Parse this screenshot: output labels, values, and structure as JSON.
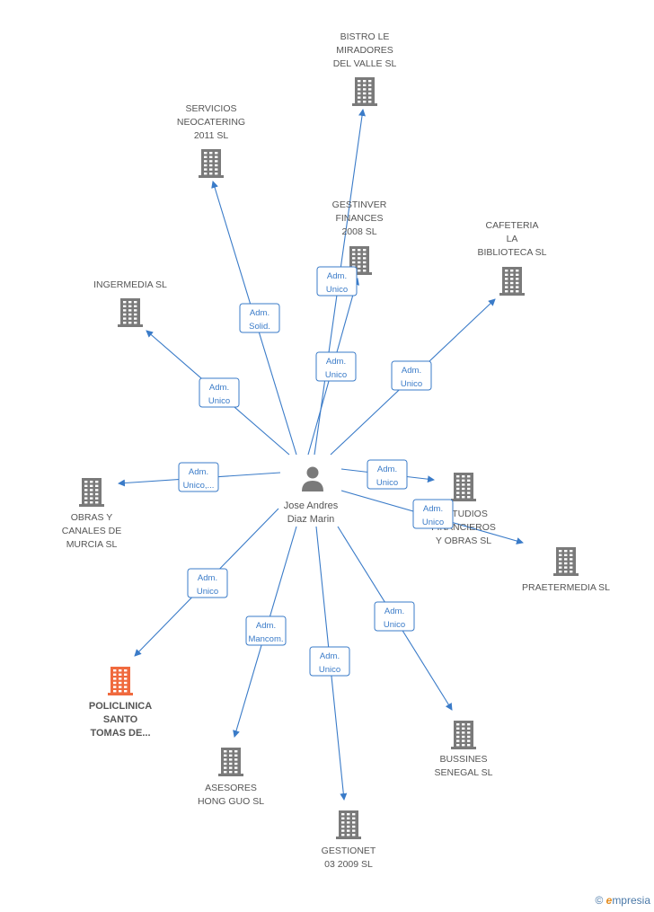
{
  "center": {
    "name_lines": [
      "Jose Andres",
      "Diaz Marin"
    ]
  },
  "colors": {
    "edge": "#3a7bc8",
    "building": "#7a7a7a",
    "building_highlight": "#f06a3e",
    "role_border": "#3a7bc8"
  },
  "icons": {
    "person": "person-icon",
    "company": "building-icon"
  },
  "companies": [
    {
      "id": "bistro",
      "lines": [
        "BISTRO LE",
        "MIRADORES",
        "DEL VALLE SL"
      ],
      "role_lines": [
        "Adm.",
        "Unico"
      ]
    },
    {
      "id": "servicios",
      "lines": [
        "SERVICIOS",
        "NEOCATERING",
        "2011  SL"
      ],
      "role_lines": [
        "Adm.",
        "Solid."
      ]
    },
    {
      "id": "gestinver",
      "lines": [
        "GESTINVER",
        "FINANCES",
        "2008 SL"
      ],
      "role_lines": [
        "Adm.",
        "Unico"
      ]
    },
    {
      "id": "cafeteria",
      "lines": [
        "CAFETERIA",
        "LA",
        "BIBLIOTECA SL"
      ],
      "role_lines": [
        "Adm.",
        "Unico"
      ]
    },
    {
      "id": "ingermedia",
      "lines": [
        "INGERMEDIA SL"
      ],
      "role_lines": [
        "Adm.",
        "Unico"
      ]
    },
    {
      "id": "obras",
      "lines": [
        "OBRAS Y",
        "CANALES DE",
        "MURCIA SL"
      ],
      "role_lines": [
        "Adm.",
        "Unico,..."
      ]
    },
    {
      "id": "estudios",
      "lines": [
        "ESTUDIOS",
        "FINANCIEROS",
        "Y OBRAS SL"
      ],
      "role_lines": [
        "Adm.",
        "Unico"
      ]
    },
    {
      "id": "praetermedia",
      "lines": [
        "PRAETERMEDIA SL"
      ],
      "role_lines": [
        "Adm.",
        "Unico"
      ]
    },
    {
      "id": "policlinica",
      "lines": [
        "POLICLINICA",
        "SANTO",
        "TOMAS DE..."
      ],
      "role_lines": [
        "Adm.",
        "Unico"
      ],
      "highlight": true
    },
    {
      "id": "asesores",
      "lines": [
        "ASESORES",
        "HONG GUO SL"
      ],
      "role_lines": [
        "Adm.",
        "Mancom."
      ]
    },
    {
      "id": "gestionet",
      "lines": [
        "GESTIONET",
        "03 2009 SL"
      ],
      "role_lines": [
        "Adm.",
        "Unico"
      ]
    },
    {
      "id": "bussines",
      "lines": [
        "BUSSINES",
        "SENEGAL SL"
      ],
      "role_lines": [
        "Adm.",
        "Unico"
      ]
    }
  ],
  "watermark": {
    "copyright": "©",
    "brand_initial": "e",
    "brand_rest": "mpresia"
  }
}
